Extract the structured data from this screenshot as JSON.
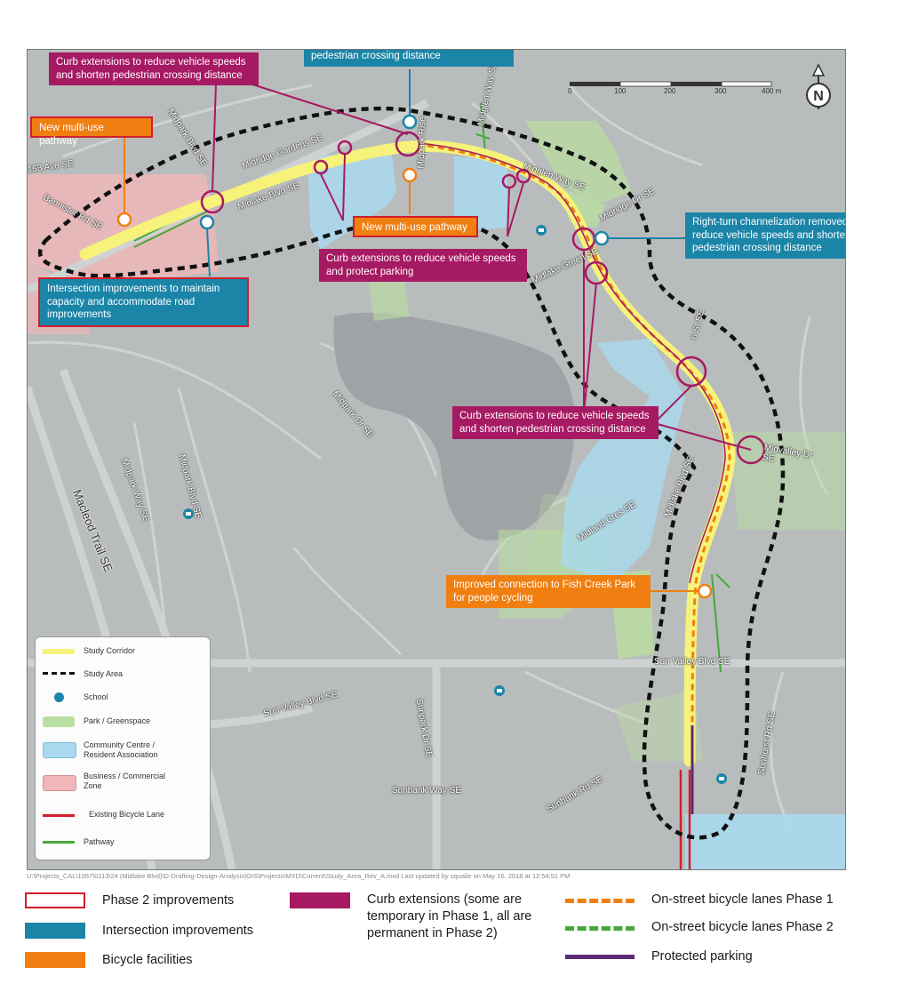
{
  "callouts": {
    "rt_top": "Right-turn channelization removed to reduce vehicle speeds and shorten pedestrian crossing distance",
    "curb_top": "Curb extensions to reduce vehicle speeds and shorten pedestrian crossing distance",
    "mup_left": "New multi-use pathway",
    "mup_center": "New multi-use pathway",
    "rt_right": "Right-turn channelization removed to reduce vehicle speeds and shorten pedestrian crossing distance",
    "curb_parking": "Curb extensions to reduce vehicle speeds and protect parking",
    "intersection": "Intersection improvements to maintain capacity and accommodate road improvements",
    "curb_lower": "Curb extensions to reduce vehicle speeds and shorten pedestrian crossing distance",
    "fish_creek": "Improved connection to Fish Creek Park for people cycling"
  },
  "streets": {
    "midpark_blvd_n": "Midpark Blvd SE",
    "ave153": "153 Ave SE",
    "bannister": "Bannister Rd SE",
    "midridge_gardens": "Midridge Gardens SE",
    "midlake_blvd_w": "Midlake Blvd SE",
    "midpark_rise": "Midpark Rise",
    "midglen_way_n": "Midglen Way SE",
    "midglen_way": "Midglen Way SE",
    "midridge_dr": "Midridge Dr SE",
    "midlake_green": "Midlake Green SE",
    "st6": "6 St SE",
    "midpark_dr": "Midpark Dr SE",
    "midvalley": "Midvalley Dr SE",
    "midpark_way": "Midpark Way SE",
    "midpark_blvd_s": "Midpark Blvd SE",
    "macleod": "Macleod Trail SE",
    "midlake_blvd_e": "Midlake Blvd SE",
    "midland_cres": "Midland Cres SE",
    "sun_valley_e": "Sun Valley Blvd SE",
    "sun_valley_w": "Sun Valley Blvd SE",
    "sunpark_dr": "Sunpark Dr SE",
    "sunbank_way": "Sunbank Way SE",
    "sunbank_rd": "Sunbank Rd SE",
    "sunhurst_rd": "Sunhurst Rd SE"
  },
  "scale": {
    "ticks": [
      "0",
      "100",
      "200",
      "300",
      "400 m"
    ]
  },
  "north_label": "N",
  "map_legend": {
    "study_corridor": "Study Corridor",
    "study_area": "Study Area",
    "school": "School",
    "park": "Park / Greenspace",
    "community": "Community Centre / Resident Association",
    "business": "Business / Commercial Zone",
    "existing_bike": "Existing Bicycle Lane",
    "pathway": "Pathway"
  },
  "footnote": "U:\\Projects_CAL\\1057\\0113\\24 (Midlake Blvd)\\D-Drafting-Design-Analysis\\GIS\\Projects\\MXD\\Current\\Study_Area_Rev_A.mxd   Last updated by squalie on May 16, 2018 at 12:54:51 PM",
  "bottom_legend": {
    "phase2": "Phase 2 improvements",
    "intersection": "Intersection improvements",
    "bicycle": "Bicycle facilities",
    "curb": "Curb extensions (some are temporary in Phase 1, all are permanent in Phase 2)",
    "bike_p1": "On-street bicycle lanes Phase 1",
    "bike_p2": "On-street bicycle lanes Phase 2",
    "protected": "Protected parking"
  },
  "colors": {
    "teal": "#1b85a8",
    "magenta": "#a61a63",
    "orange": "#f07f12",
    "phase2_red": "#d11f2b",
    "corridor_yellow": "#f6f27a",
    "park_green": "#b9dfa0",
    "community_blue": "#a9d9ee",
    "business_pink": "#f3b6b8",
    "bike_green": "#46a83a",
    "protected_purple": "#5b2a75"
  }
}
